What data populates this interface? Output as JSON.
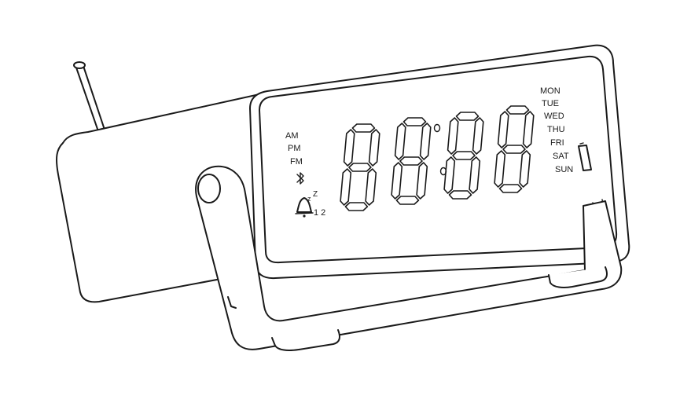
{
  "display": {
    "mode_labels": [
      "AM",
      "PM",
      "FM"
    ],
    "digits": [
      "8",
      "8",
      "8",
      "8"
    ],
    "day_labels": [
      "MON",
      "TUE",
      "WED",
      "THU",
      "FRI",
      "SAT",
      "SUN"
    ],
    "alarm_numbers": "1 2",
    "snooze_mark": "z",
    "snooze_mark_2": "Z"
  },
  "icons": {
    "bluetooth": "bluetooth-icon",
    "alarm": "alarm-bell-icon",
    "battery": "battery-icon"
  },
  "colors": {
    "line": "#1a1a1a",
    "fill": "#ffffff"
  }
}
